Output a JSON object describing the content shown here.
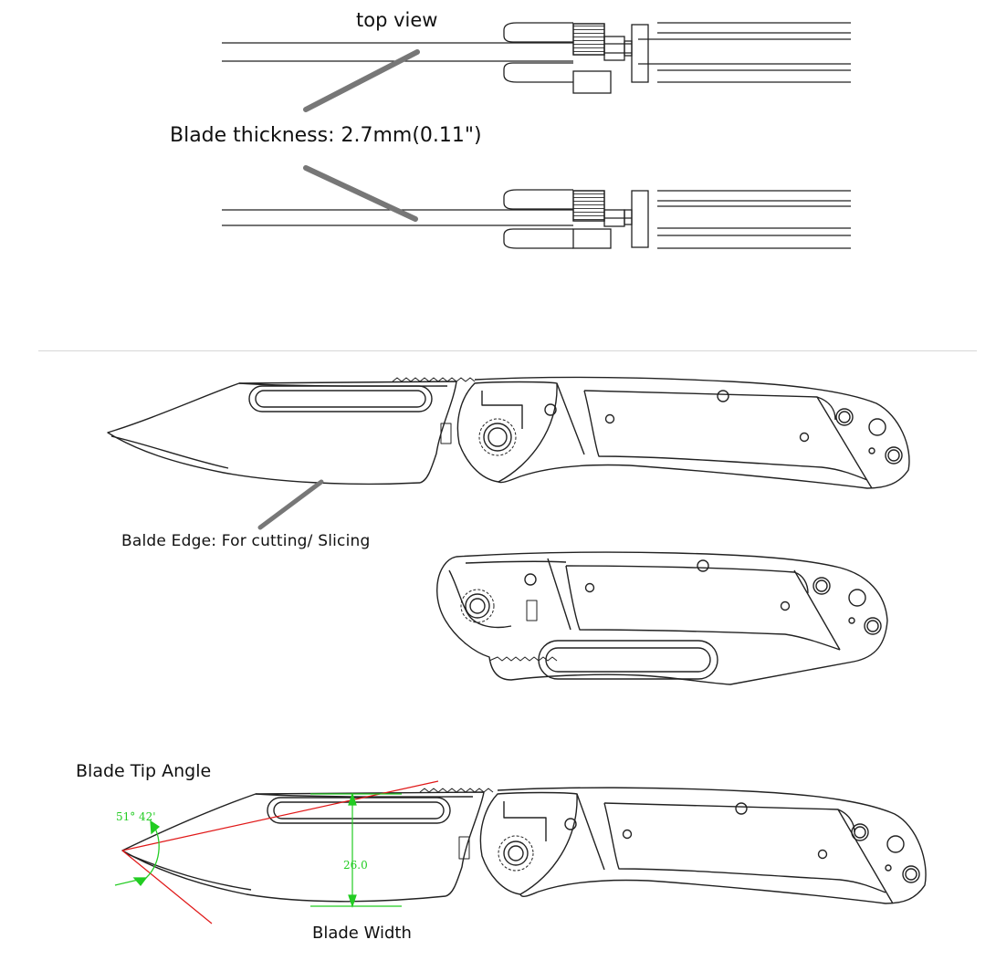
{
  "labels": {
    "top_view": "top view",
    "blade_thickness": "Blade thickness: 2.7mm(0.11\")",
    "blade_edge": "Balde Edge: For cutting/ Slicing",
    "blade_tip_angle": "Blade Tip Angle",
    "blade_width": "Blade Width"
  },
  "dimensions": {
    "tip_angle_degrees": "51°",
    "tip_angle_minutes": "42'",
    "blade_width_value": "26.0"
  },
  "colors": {
    "line": "#222222",
    "pointer": "#777777",
    "dimension_green": "#22cc22",
    "dimension_red": "#e01818",
    "divider": "#d6d6d6"
  }
}
